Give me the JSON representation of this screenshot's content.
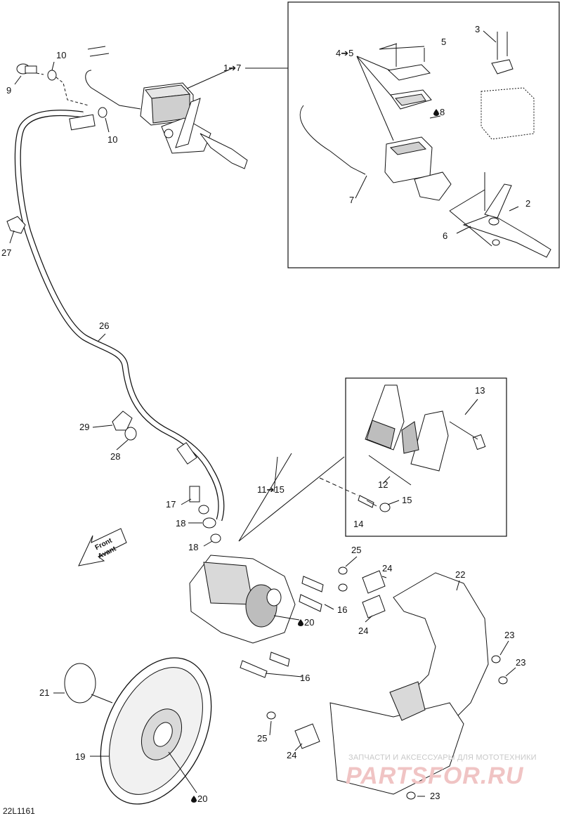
{
  "diagram": {
    "reference_code": "22L1161",
    "front_arrow": {
      "line1": "Front",
      "line2": "Avant"
    },
    "watermark": {
      "tagline": "ЗАПЧАСТИ И АКСЕССУАРЫ ДЛЯ МОТОТЕХНИКИ",
      "logo": "PARTSFOR.RU"
    },
    "callouts": {
      "c1_7": "1➔7",
      "c2": "2",
      "c3": "3",
      "c4_5": "4➔5",
      "c5a": "5",
      "c5b": "5",
      "c6": "6",
      "c7a": "7",
      "c8": "8",
      "c9": "9",
      "c10a": "10",
      "c10b": "10",
      "c11_15": "11➔15",
      "c12": "12",
      "c13": "13",
      "c14": "14",
      "c15": "15",
      "c16a": "16",
      "c16b": "16",
      "c17": "17",
      "c18a": "18",
      "c18b": "18",
      "c19": "19",
      "c20a": "20",
      "c20b": "20",
      "c21": "21",
      "c22": "22",
      "c23a": "23",
      "c23b": "23",
      "c23c": "23",
      "c24a": "24",
      "c24b": "24",
      "c24c": "24",
      "c25a": "25",
      "c25b": "25",
      "c26": "26",
      "c27": "27",
      "c28": "28",
      "c29": "29"
    },
    "colors": {
      "line": "#111111",
      "part_fill": "#ffffff",
      "shade": "#d9d9d9",
      "dark_shade": "#9a9a9a",
      "drop": "#111111",
      "watermark": "#e3a0a0"
    }
  }
}
